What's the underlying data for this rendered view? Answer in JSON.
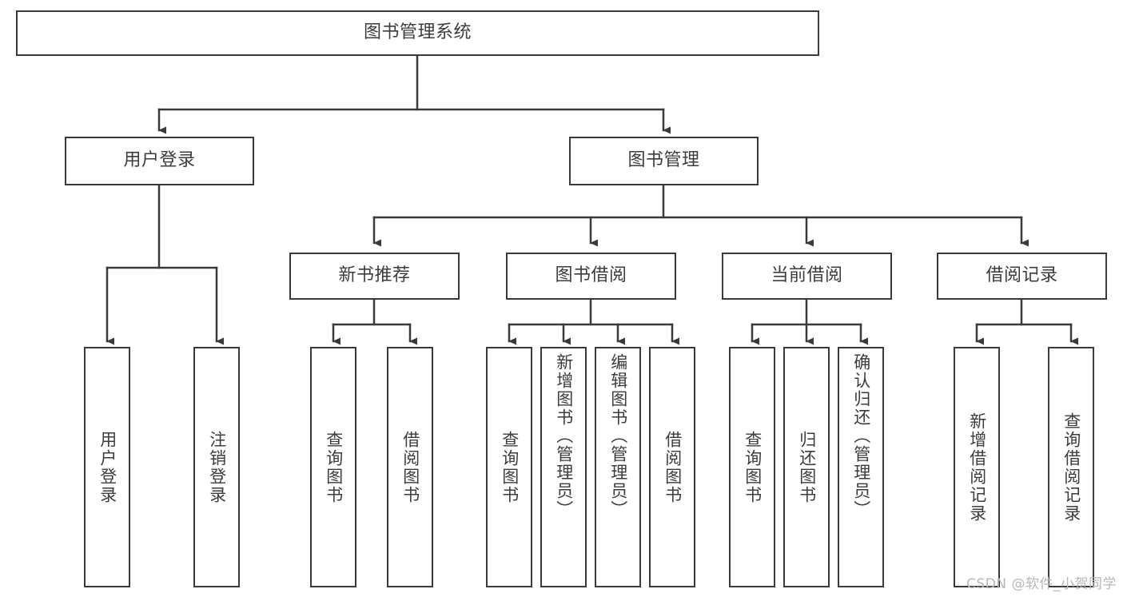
{
  "diagram": {
    "title": "图书管理系统",
    "watermark": "CSDN @软件_小贺同学",
    "style": {
      "border_color": "#3a3a3a",
      "text_color": "#3c3c3c",
      "background": "#ffffff",
      "watermark_color": "#b8b8b8"
    },
    "root": {
      "label": "图书管理系统"
    },
    "level2": [
      {
        "label": "用户登录"
      },
      {
        "label": "图书管理"
      }
    ],
    "level3": [
      {
        "label": "新书推荐"
      },
      {
        "label": "图书借阅"
      },
      {
        "label": "当前借阅"
      },
      {
        "label": "借阅记录"
      }
    ],
    "leaves": {
      "user_login": [
        {
          "label": "用户登录"
        },
        {
          "label": "注销登录"
        }
      ],
      "new_book_rec": [
        {
          "label": "查询图书"
        },
        {
          "label": "借阅图书"
        }
      ],
      "book_borrow": [
        {
          "label": "查询图书"
        },
        {
          "label": "新增图书（管理员）"
        },
        {
          "label": "编辑图书（管理员）"
        },
        {
          "label": "借阅图书"
        }
      ],
      "current_borrow": [
        {
          "label": "查询图书"
        },
        {
          "label": "归还图书"
        },
        {
          "label": "确认归还（管理员）"
        }
      ],
      "borrow_record": [
        {
          "label": "新增借阅记录"
        },
        {
          "label": "查询借阅记录"
        }
      ]
    }
  }
}
